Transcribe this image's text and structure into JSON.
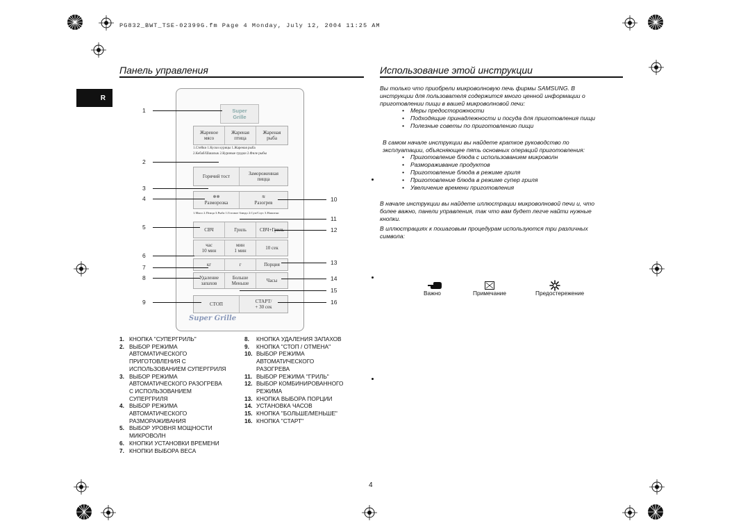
{
  "header": {
    "file_line": "PG832_BWT_TSE-02399G.fm  Page 4  Monday, July 12, 2004  11:25 AM"
  },
  "page_tab": "R",
  "left": {
    "title": "Панель управления",
    "panel": {
      "logo_line1": "Super",
      "logo_line2": "Grille",
      "row1": [
        {
          "l1": "Жареное",
          "l2": "мясо"
        },
        {
          "l1": "Жареная",
          "l2": "птица"
        },
        {
          "l1": "Жареная",
          "l2": "рыба"
        }
      ],
      "row1_notes": [
        "1.Стейки     1.Куски курицы   1.Жареная рыба",
        "2.Кебаб/Шашлык  2.Куриные грудки  2.Филе рыбы"
      ],
      "row2": [
        {
          "l1": "Горячий тост",
          "l2": ""
        },
        {
          "l1": "Замороженная",
          "l2": "пицца"
        }
      ],
      "row3": [
        {
          "l1": "Разморозка",
          "l2": ""
        },
        {
          "l1": "Разогрев",
          "l2": ""
        }
      ],
      "row3_note": "1.Мясо 2.Птица 3.Рыба  1.Готовое блюдо 2.Суп/Соус 3.Напитки",
      "row4": [
        {
          "l1": "СВЧ",
          "l2": ""
        },
        {
          "l1": "Гриль",
          "l2": ""
        },
        {
          "l1": "СВЧ+Гриль",
          "l2": ""
        }
      ],
      "row5": [
        {
          "l1": "час",
          "l2": "10 мин"
        },
        {
          "l1": "мин",
          "l2": "1 мин"
        },
        {
          "l1": "10 сек",
          "l2": ""
        }
      ],
      "row6": [
        {
          "l1": "кг",
          "l2": ""
        },
        {
          "l1": "г",
          "l2": ""
        },
        {
          "l1": "Порция",
          "l2": ""
        }
      ],
      "row7": [
        {
          "l1": "Удаление",
          "l2": "запахов"
        },
        {
          "l1": "Больше",
          "l2": "Меньше"
        },
        {
          "l1": "Часы",
          "l2": ""
        }
      ],
      "row8": [
        {
          "l1": "СТОП",
          "l2": ""
        },
        {
          "l1": "СТАРТ/",
          "l2": "+ 30 сек"
        }
      ],
      "brand": "Super Grille"
    },
    "callouts_left": [
      "1",
      "2",
      "3",
      "4",
      "5",
      "6",
      "7",
      "8",
      "9"
    ],
    "callouts_right": [
      "10",
      "11",
      "12",
      "13",
      "14",
      "15",
      "16"
    ],
    "legend_col1": [
      {
        "num": "1.",
        "text": [
          "КНОПКА \"СУПЕРГРИЛЬ\""
        ]
      },
      {
        "num": "2.",
        "text": [
          "ВЫБОР РЕЖИМА",
          "АВТОМАТИЧЕСКОГО",
          "ПРИГОТОВЛЕНИЯ С",
          "ИСПОЛЬЗОВАНИЕМ СУПЕРГРИЛЯ"
        ]
      },
      {
        "num": "3.",
        "text": [
          "ВЫБОР РЕЖИМА",
          "АВТОМАТИЧЕСКОГО РАЗОГРЕВА",
          "С ИСПОЛЬЗОВАНИЕМ",
          "СУПЕРГРИЛЯ"
        ]
      },
      {
        "num": "4.",
        "text": [
          "ВЫБОР РЕЖИМА",
          "АВТОМАТИЧЕСКОГО",
          "РАЗМОРАЖИВАНИЯ"
        ]
      },
      {
        "num": "5.",
        "text": [
          "ВЫБОР УРОВНЯ МОЩНОСТИ",
          "МИКРОВОЛН"
        ]
      },
      {
        "num": "6.",
        "text": [
          "КНОПКИ УСТАНОВКИ ВРЕМЕНИ"
        ]
      },
      {
        "num": "7.",
        "text": [
          "КНОПКИ ВЫБОРА ВЕСА"
        ]
      }
    ],
    "legend_col2": [
      {
        "num": "8.",
        "text": [
          "КНОПКА УДАЛЕНИЯ ЗАПАХОВ"
        ]
      },
      {
        "num": "9.",
        "text": [
          "КНОПКА \"СТОП / ОТМЕНА\""
        ]
      },
      {
        "num": "10.",
        "text": [
          "ВЫБОР РЕЖИМА",
          "АВТОМАТИЧЕСКОГО",
          "РАЗОГРЕВА"
        ]
      },
      {
        "num": "11.",
        "text": [
          "ВЫБОР РЕЖИМА \"ГРИЛЬ\""
        ]
      },
      {
        "num": "12.",
        "text": [
          "ВЫБОР КОМБИНИРОВАННОГО",
          "РЕЖИМА"
        ]
      },
      {
        "num": "13.",
        "text": [
          "КНОПКА ВЫБОРА ПОРЦИИ"
        ]
      },
      {
        "num": "14.",
        "text": [
          "УСТАНОВКА ЧАСОВ"
        ]
      },
      {
        "num": "15.",
        "text": [
          "КНОПКА \"БОЛЬШЕ/МЕНЬШЕ\""
        ]
      },
      {
        "num": "16.",
        "text": [
          "КНОПКА \"СТАРТ\""
        ]
      }
    ]
  },
  "right": {
    "title": "Использование этой инструкции",
    "intro": [
      "Вы только что приобрели микроволновую печь фирмы SAMSUNG. В",
      "инструкции для пользователя содержится много ценной информации о",
      "приготовлении пищи в вашей микроволновой печи:"
    ],
    "bullets1": [
      "Меры предосторожности",
      "Подходящие принадлежности и посуда для приготовления пищи",
      "Полезные советы по приготовлению пищи"
    ],
    "para2": [
      "В самом начале инструкции вы найдете краткое руководство по",
      "эксплуатации, объясняющее пять основных операций приготовления:"
    ],
    "bullets2": [
      "Приготовление блюда с использованием микроволн",
      "Размораживание продуктов",
      "Приготовление блюда в режиме гриля",
      "Приготовление блюда в режиме супер гриля",
      "Увеличение времени приготовления"
    ],
    "para3": [
      "В начале инструкции вы найдете иллюстрации микроволновой печи и, что",
      "более важно, панели управления, так что вам будет легче найти нужные",
      "кнопки."
    ],
    "para4": [
      "В иллюстрациях к пошаговым процедурам используются три различных",
      "символа:"
    ],
    "symbols": [
      {
        "icon": "pointing-hand-icon",
        "label": "Важно"
      },
      {
        "icon": "note-icon",
        "label": "Примечание"
      },
      {
        "icon": "warning-star-icon",
        "label": "Предостережение"
      }
    ]
  },
  "page_number": "4"
}
